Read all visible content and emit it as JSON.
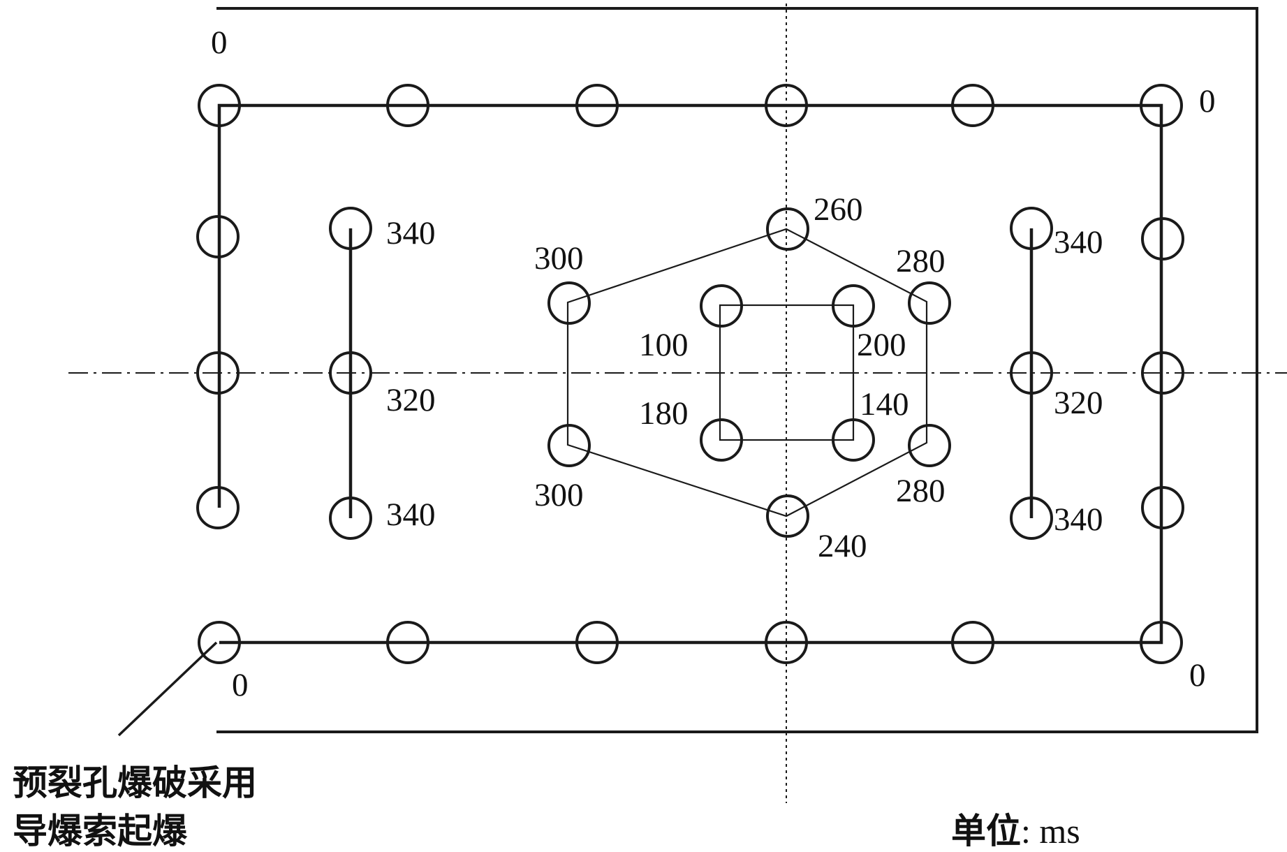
{
  "labels": {
    "corner_top_left": "0",
    "corner_top_right": "0",
    "corner_bottom_left": "0",
    "corner_bottom_right": "0",
    "left_col_top": "340",
    "left_col_mid": "320",
    "left_col_bottom": "340",
    "right_col_top": "340",
    "right_col_mid": "320",
    "right_col_bottom": "340",
    "hex_top": "260",
    "hex_upper_left": "300",
    "hex_upper_right": "280",
    "hex_lower_left": "300",
    "hex_lower_right": "280",
    "hex_bottom": "240",
    "cut_top_left": "100",
    "cut_top_right": "200",
    "cut_bottom_left": "180",
    "cut_bottom_right": "140"
  },
  "note_line1": "预裂孔爆破采用",
  "note_line2": "导爆索起爆",
  "unit_label": "单位",
  "unit_value": ": ms"
}
